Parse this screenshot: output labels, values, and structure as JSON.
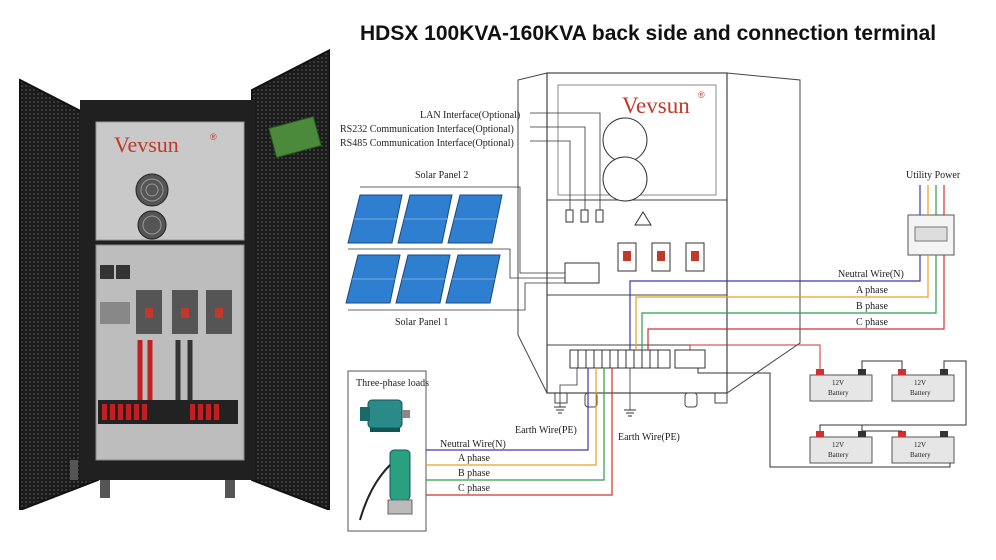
{
  "title": "HDSX  100KVA-160KVA back side and connection terminal",
  "brand": {
    "name": "Vevsun",
    "mark": "®",
    "color": "#c0392b"
  },
  "labels": {
    "lan": "LAN Interface(Optional)",
    "rs232": "RS232 Communication Interface(Optional)",
    "rs485": "RS485 Communication Interface(Optional)",
    "solar2": "Solar Panel 2",
    "solar1": "Solar Panel 1",
    "utility": "Utility Power",
    "neutral_out": "Neutral Wire(N)",
    "a_out": "A phase",
    "b_out": "B phase",
    "c_out": "C phase",
    "earth1": "Earth Wire(PE)",
    "earth2": "Earth Wire(PE)",
    "loads_title": "Three-phase loads",
    "neutral_in": "Neutral Wire(N)",
    "a_in": "A phase",
    "b_in": "B phase",
    "c_in": "C phase"
  },
  "battery": {
    "voltage": "12V",
    "name": "Battery"
  },
  "colors": {
    "neutral": "#3a3ab0",
    "a_phase": "#e8a020",
    "b_phase": "#2e9e4a",
    "c_phase": "#d23030",
    "panel_blue": "#2f7fd0"
  }
}
